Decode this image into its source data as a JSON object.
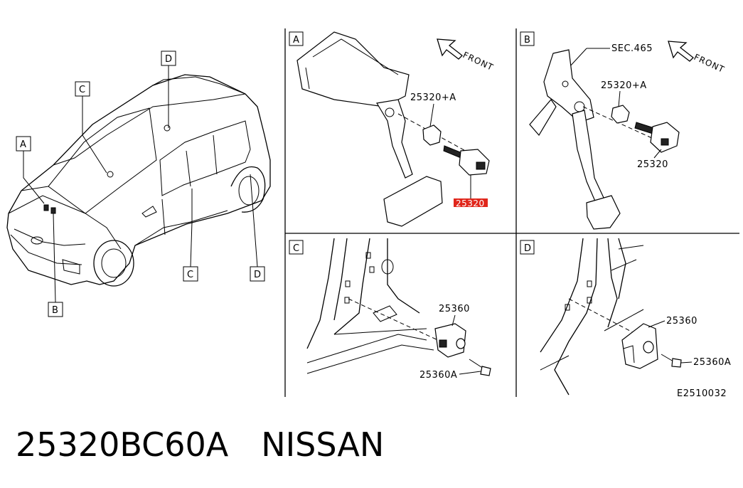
{
  "diagram": {
    "car_callouts": {
      "a": "A",
      "b": "B",
      "c_upper": "C",
      "c_lower": "C",
      "d_upper": "D",
      "d_lower": "D"
    },
    "panel_a": {
      "tag": "A",
      "front": "FRONT",
      "part_bracket": "25320+A",
      "part_switch": "25320",
      "highlight_color": "#e0261b"
    },
    "panel_b": {
      "tag": "B",
      "front": "FRONT",
      "section_ref": "SEC.465",
      "part_bracket": "25320+A",
      "part_switch": "25320"
    },
    "panel_c": {
      "tag": "C",
      "part_switch": "25360",
      "part_bolt": "25360A"
    },
    "panel_d": {
      "tag": "D",
      "part_switch": "25360",
      "part_bolt": "25360A"
    },
    "drawing_code": "E2510032"
  },
  "caption": {
    "part_number": "25320BC60A",
    "brand": "NISSAN"
  }
}
